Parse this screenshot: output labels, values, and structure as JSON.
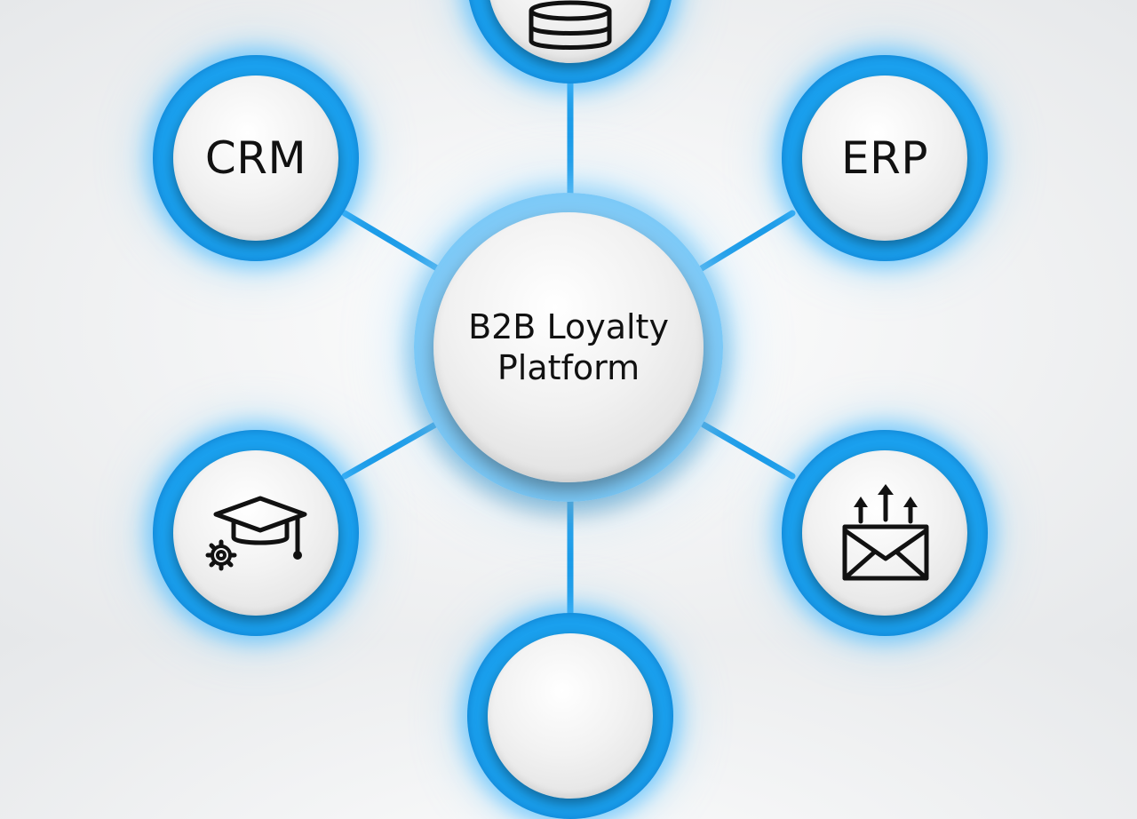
{
  "diagram": {
    "hub": {
      "label_line1": "B2B Loyalty",
      "label_line2": "Platform"
    },
    "nodes": {
      "crm": {
        "label": "CRM"
      },
      "erp": {
        "label": "ERP"
      },
      "top": {
        "icon": "database-icon"
      },
      "education": {
        "icon": "graduation-cap-gear-icon"
      },
      "email": {
        "icon": "envelope-upload-icon"
      },
      "bottom": {
        "icon": "none"
      }
    }
  },
  "colors": {
    "ring": "#1aa0ee",
    "connector": "#1a9be8",
    "face": "#f2f2f2",
    "text": "#111111"
  }
}
